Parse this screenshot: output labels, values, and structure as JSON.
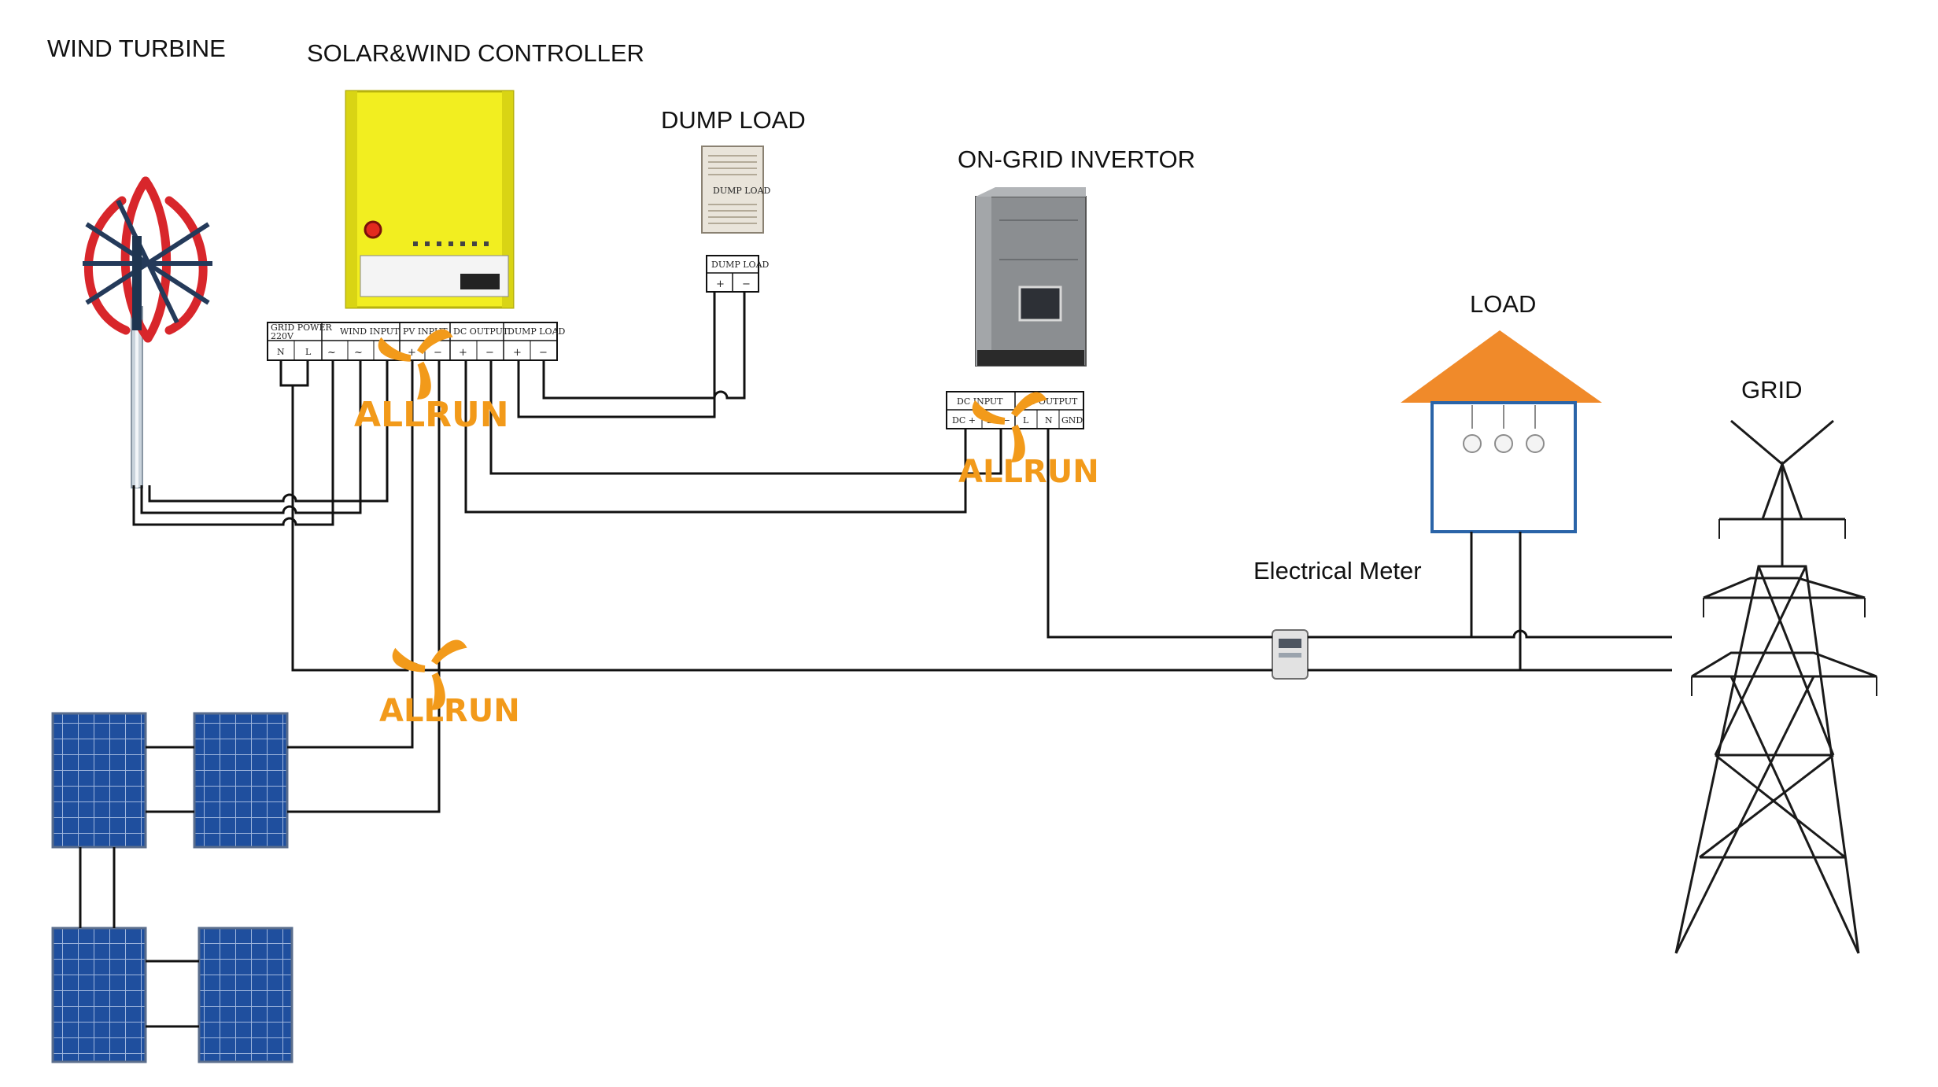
{
  "labels": {
    "wind_turbine": "WIND TURBINE",
    "controller": "SOLAR&WIND CONTROLLER",
    "dump_load": "DUMP LOAD",
    "inverter": "ON-GRID INVERTOR",
    "load": "LOAD",
    "grid": "GRID",
    "meter": "Electrical Meter"
  },
  "controller_terminals": {
    "grid_power": "GRID POWER",
    "grid_voltage": "220V",
    "wind_input": "WIND INPUT",
    "pv_input": "PV INPUT",
    "dc_output": "DC OUTPUT",
    "dump_load": "DUMP LOAD",
    "n": "N",
    "l": "L",
    "plus": "+",
    "minus": "−",
    "ac": "~"
  },
  "dump_load_terminals": {
    "title": "DUMP LOAD",
    "plus": "+",
    "minus": "−",
    "device_text": "DUMP LOAD"
  },
  "inverter_terminals": {
    "dc_input": "DC INPUT",
    "ac_output": "AC OUTPUT",
    "dc_plus": "DC +",
    "dc_minus": "DC −",
    "l": "L",
    "n": "N",
    "gnd": "GND"
  },
  "watermark": "ALLRUN",
  "colors": {
    "controller": "#f2ee20",
    "roof": "#f08a2a",
    "house_wall": "#2a64a8",
    "panel": "#1f4f9e",
    "turbine_blade": "#d8262b",
    "brand": "#f29a1a"
  }
}
